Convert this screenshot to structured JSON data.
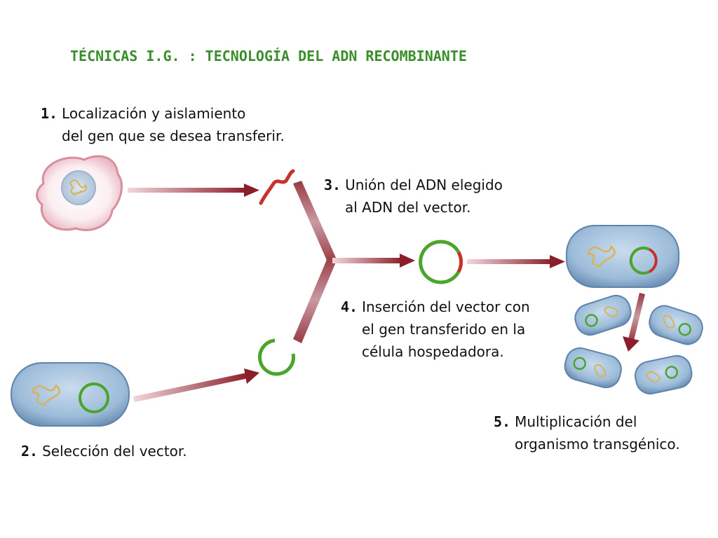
{
  "title": "TÉCNICAS I.G. : TECNOLOGÍA DEL ADN RECOMBINANTE",
  "steps": [
    {
      "num": "1.",
      "line1": "Localización y aislamiento",
      "line2": "del gen que se desea transferir."
    },
    {
      "num": "2.",
      "line1": "Selección del vector."
    },
    {
      "num": "3.",
      "line1": "Unión del ADN elegido",
      "line2": "al ADN del vector."
    },
    {
      "num": "4.",
      "line1": "Inserción del vector con",
      "line2": "el gen transferido en la",
      "line3": "célula hospedadora."
    },
    {
      "num": "5.",
      "line1": "Multiplicación del",
      "line2": "organismo transgénico."
    }
  ],
  "colors": {
    "title": "#3a8f2c",
    "arrow": "#8a1f2a",
    "plasmid": "#4aa52a",
    "gene": "#c8302a",
    "bacterium": "#7fa4c6",
    "cell_membrane": "#e9b8c2"
  }
}
